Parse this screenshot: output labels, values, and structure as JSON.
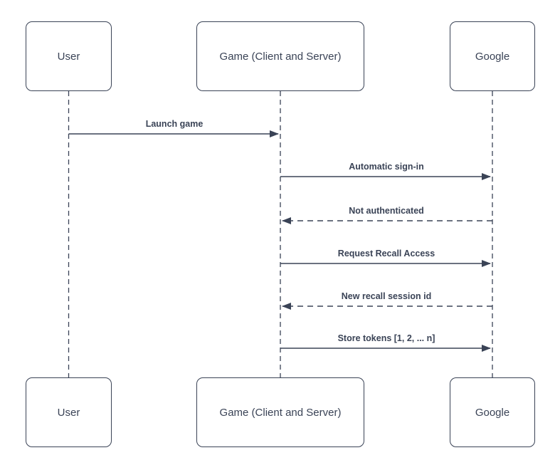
{
  "diagram": {
    "type": "sequence-diagram",
    "colors": {
      "stroke": "#3a4356",
      "box_fill": "#ffffff",
      "background": "#ffffff"
    },
    "actors": [
      {
        "id": "user",
        "label": "User"
      },
      {
        "id": "game",
        "label": "Game (Client and Server)"
      },
      {
        "id": "google",
        "label": "Google"
      }
    ],
    "messages": [
      {
        "label": "Launch game",
        "from": "user",
        "to": "game",
        "line": "solid"
      },
      {
        "label": "Automatic sign-in",
        "from": "game",
        "to": "google",
        "line": "solid"
      },
      {
        "label": "Not authenticated",
        "from": "google",
        "to": "game",
        "line": "dashed"
      },
      {
        "label": "Request Recall Access",
        "from": "game",
        "to": "google",
        "line": "solid"
      },
      {
        "label": "New recall session id",
        "from": "google",
        "to": "game",
        "line": "dashed"
      },
      {
        "label": "Store tokens [1, 2, ... n]",
        "from": "game",
        "to": "google",
        "line": "solid"
      }
    ]
  }
}
